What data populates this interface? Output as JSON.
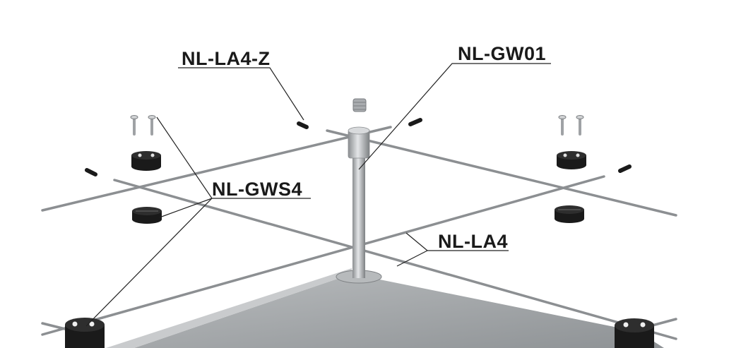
{
  "labels": {
    "la4z": "NL-LA4-Z",
    "gw01": "NL-GW01",
    "gws4": "NL-GWS4",
    "la4": "NL-LA4"
  },
  "colors": {
    "table_top": "#9a9ea1",
    "cable": "#8c8f92",
    "leader_line": "#222222",
    "part_black": "#1a1a1a"
  }
}
